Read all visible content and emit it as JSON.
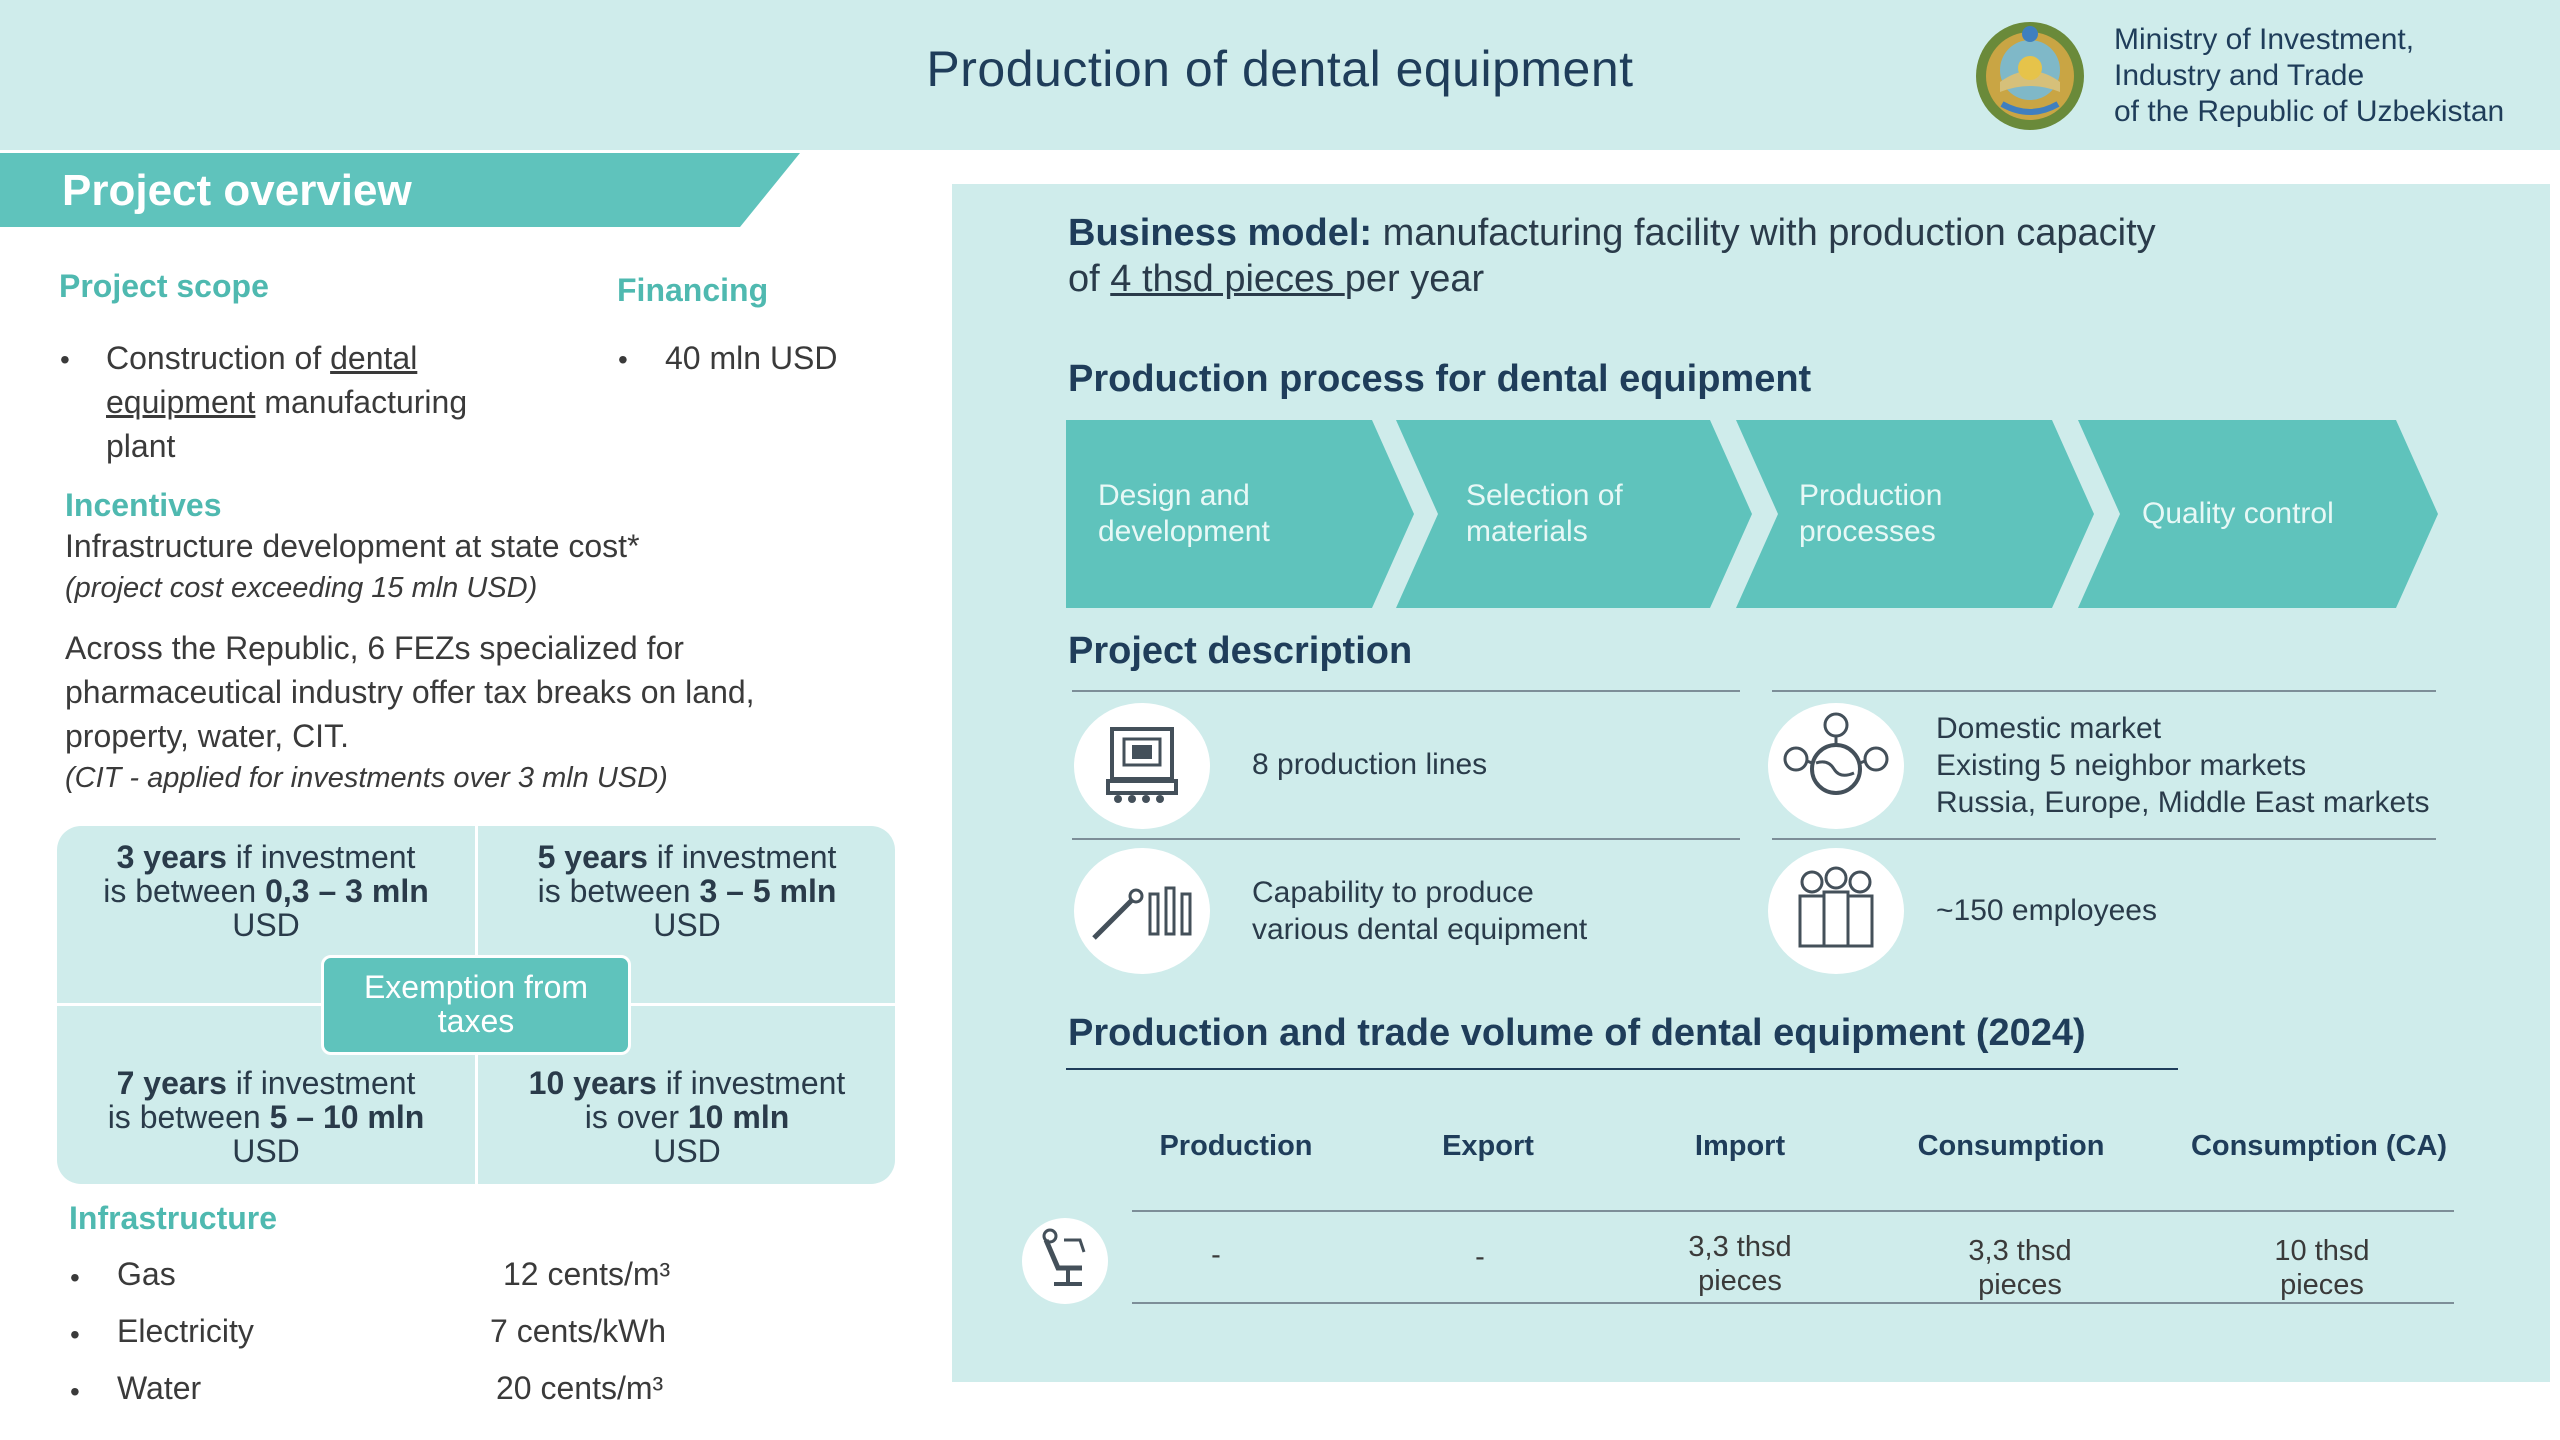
{
  "header": {
    "title": "Production of dental equipment",
    "ministry_line1": "Ministry of Investment,",
    "ministry_line2": "Industry and Trade",
    "ministry_line3": "of the Republic of Uzbekistan"
  },
  "overview": {
    "title": "Project overview",
    "scope_heading": "Project scope",
    "scope_line1_pre": "Construction of ",
    "scope_line1_u": "dental",
    "scope_line2_u": "equipment",
    "scope_line2_post": " manufacturing",
    "scope_line3": "plant",
    "financing_heading": "Financing",
    "financing_value": "40 mln USD",
    "incentives_heading": "Incentives",
    "incentives_line1": "Infrastructure development at state cost*",
    "incentives_note1": "(project cost exceeding 15 mln USD)",
    "fez_line1": "Across the Republic, 6 FEZs specialized for",
    "fez_line2": "pharmaceutical industry offer tax breaks on land,",
    "fez_line3": "property, water, CIT.",
    "fez_note": "(CIT - applied for investments over 3 mln USD)"
  },
  "tax": {
    "c1_years": "3 years",
    "c1_a": " if investment",
    "c1_b": "is between ",
    "c1_range": "0,3 – 3 mln",
    "c1_c": "USD",
    "c2_years": "5 years",
    "c2_a": " if investment",
    "c2_b": "is between ",
    "c2_range": "3 – 5 mln",
    "c2_c": "USD",
    "c3_years": "7 years",
    "c3_a": " if investment",
    "c3_b": "is between ",
    "c3_range": "5 – 10 mln",
    "c3_c": "USD",
    "c4_years": "10 years",
    "c4_a": " if investment",
    "c4_b": "is over ",
    "c4_range": "10 mln",
    "c4_c": "USD",
    "exempt_line1": "Exemption from",
    "exempt_line2": "taxes"
  },
  "infrastructure": {
    "heading": "Infrastructure",
    "items": [
      {
        "label": "Gas",
        "value": "12 cents/m³"
      },
      {
        "label": "Electricity",
        "value": "7 cents/kWh"
      },
      {
        "label": "Water",
        "value": "20 cents/m³"
      }
    ]
  },
  "business_model": {
    "label": "Business model:",
    "text1": " manufacturing facility with production capacity",
    "text2_pre": "of ",
    "text2_u": "4 thsd pieces ",
    "text2_post": "per year"
  },
  "process": {
    "heading": "Production process for dental equipment",
    "steps": [
      {
        "line1": "Design and",
        "line2": "development"
      },
      {
        "line1": "Selection of",
        "line2": "materials"
      },
      {
        "line1": "Production",
        "line2": "processes"
      },
      {
        "line1": "Quality control",
        "line2": ""
      }
    ]
  },
  "description": {
    "heading": "Project description",
    "lines": "8 production lines",
    "markets_1": "Domestic market",
    "markets_2": "Existing 5 neighbor markets",
    "markets_3": "Russia, Europe, Middle East markets",
    "capability_1": "Capability to produce",
    "capability_2": "various dental equipment",
    "employees": "~150 employees"
  },
  "volume": {
    "heading": "Production and trade volume of dental equipment (2024)",
    "columns": [
      "Production",
      "Export",
      "Import",
      "Consumption",
      "Consumption (CA)"
    ],
    "row": {
      "production": "-",
      "export": "-",
      "import_1": "3,3 thsd",
      "import_2": "pieces",
      "consumption_1": "3,3 thsd",
      "consumption_2": "pieces",
      "consumption_ca_1": "10 thsd",
      "consumption_ca_2": "pieces"
    }
  },
  "icons": {
    "emblem": "uzbekistan-emblem-icon",
    "production_line": "machine-icon",
    "markets": "globe-network-icon",
    "tools": "dental-tools-icon",
    "employees": "people-icon",
    "chair": "dental-chair-icon"
  },
  "colors": {
    "teal": "#5fc3bc",
    "light_teal": "#cfeceb",
    "navy": "#1f3d5a"
  }
}
